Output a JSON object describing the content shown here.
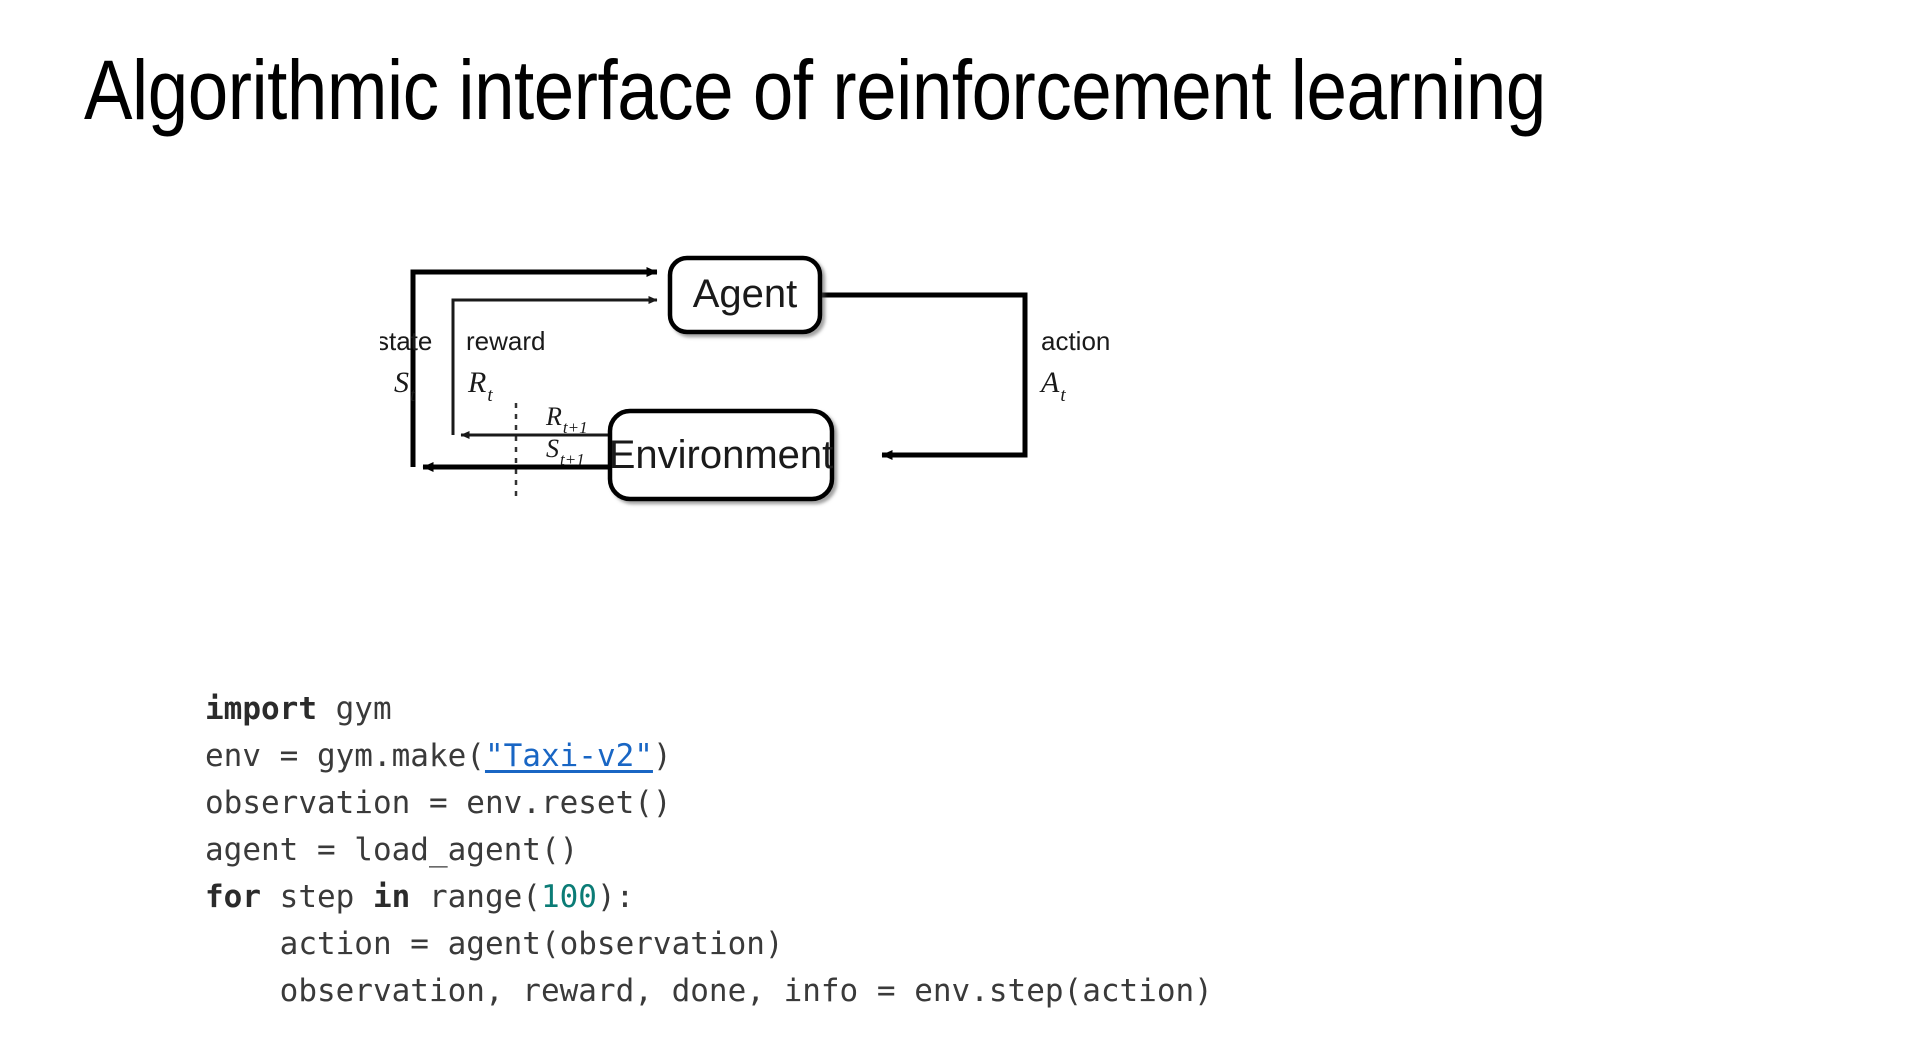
{
  "slide": {
    "title": "Algorithmic interface of reinforcement learning",
    "background_color": "#ffffff"
  },
  "diagram": {
    "name": "agent-environment-interaction-loop",
    "nodes": [
      {
        "id": "agent",
        "label": "Agent"
      },
      {
        "id": "environment",
        "label": "Environment"
      }
    ],
    "edge_labels": {
      "state_word": "state",
      "state_symbol": "S",
      "state_symbol_sub": "t",
      "reward_word": "reward",
      "reward_symbol": "R",
      "reward_symbol_sub": "t",
      "action_word": "action",
      "action_symbol": "A",
      "action_symbol_sub": "t",
      "next_reward_symbol": "R",
      "next_reward_sub": "t+1",
      "next_state_symbol": "S",
      "next_state_sub": "t+1"
    },
    "stroke_color": "#000000",
    "box_fill": "#ffffff"
  },
  "code": {
    "language": "python",
    "text_color": "#3a3a3a",
    "keyword_color": "#2b2b2b",
    "number_color": "#0b7c76",
    "link_color": "#1966c4",
    "lines": [
      {
        "id": "line-1",
        "tokens": [
          {
            "t": "import",
            "k": "kw"
          },
          {
            "t": " gym",
            "k": ""
          }
        ]
      },
      {
        "id": "line-2",
        "tokens": [
          {
            "t": "env = gym.make(",
            "k": ""
          },
          {
            "t": "\"Taxi-v2\"",
            "k": "lnk"
          },
          {
            "t": ")",
            "k": ""
          }
        ]
      },
      {
        "id": "line-3",
        "tokens": [
          {
            "t": "observation = env.reset()",
            "k": ""
          }
        ]
      },
      {
        "id": "line-4",
        "tokens": [
          {
            "t": "agent = load_agent()",
            "k": ""
          }
        ]
      },
      {
        "id": "line-5",
        "tokens": [
          {
            "t": "for",
            "k": "kw"
          },
          {
            "t": " step ",
            "k": ""
          },
          {
            "t": "in",
            "k": "kw"
          },
          {
            "t": " range(",
            "k": ""
          },
          {
            "t": "100",
            "k": "num"
          },
          {
            "t": "):",
            "k": ""
          }
        ]
      },
      {
        "id": "line-6",
        "tokens": [
          {
            "t": "    action = agent(observation)",
            "k": ""
          }
        ]
      },
      {
        "id": "line-7",
        "tokens": [
          {
            "t": "    observation, reward, done, info = env.step(action)",
            "k": ""
          }
        ]
      }
    ]
  }
}
